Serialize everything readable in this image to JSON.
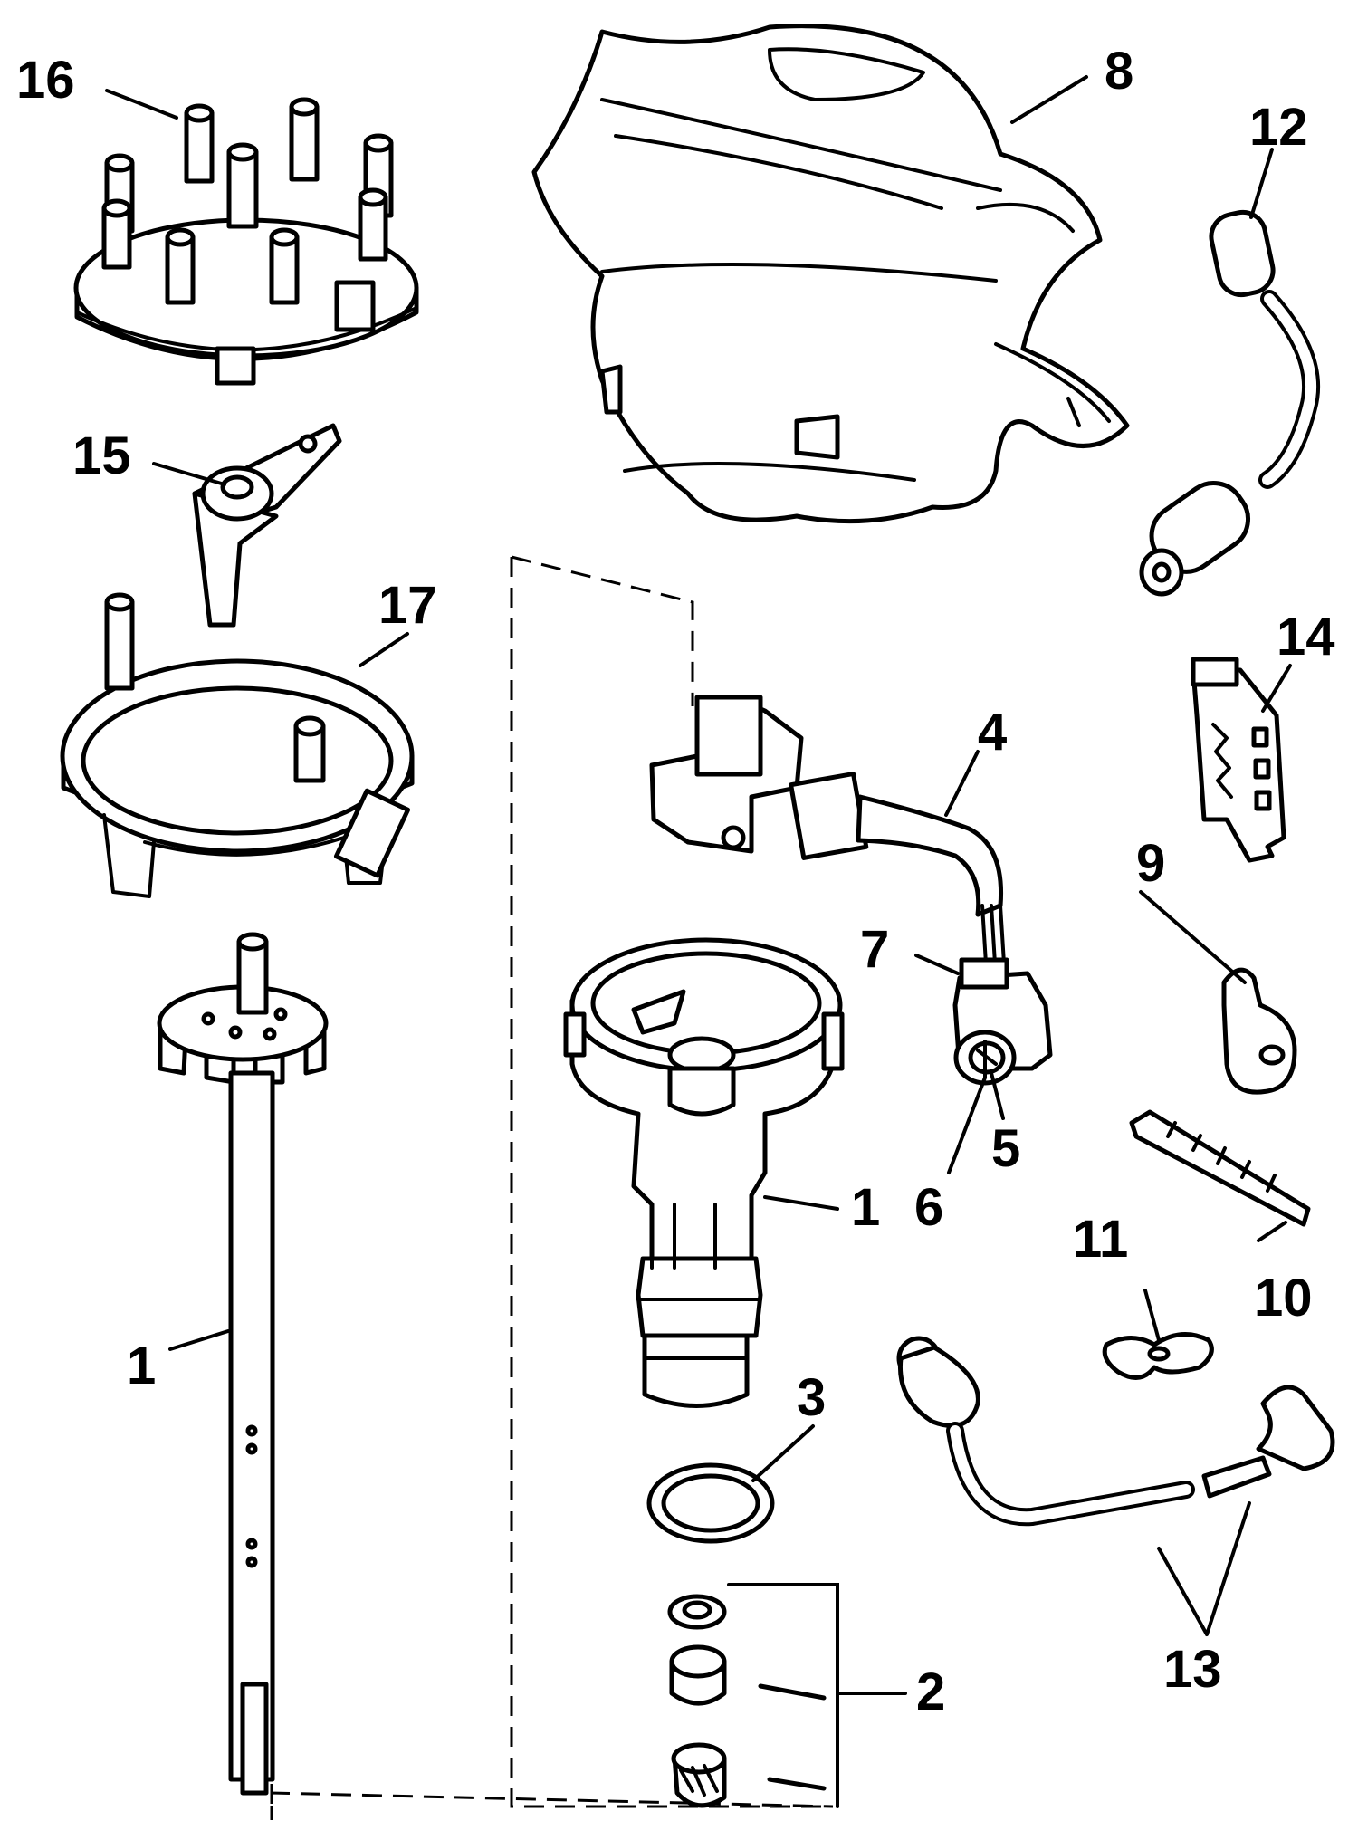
{
  "colors": {
    "ink": "#000000",
    "paper": "#ffffff"
  },
  "callouts": [
    "16",
    "8",
    "12",
    "15",
    "17",
    "14",
    "4",
    "9",
    "7",
    "1",
    "5",
    "6",
    "10",
    "11",
    "1",
    "3",
    "13",
    "2"
  ]
}
